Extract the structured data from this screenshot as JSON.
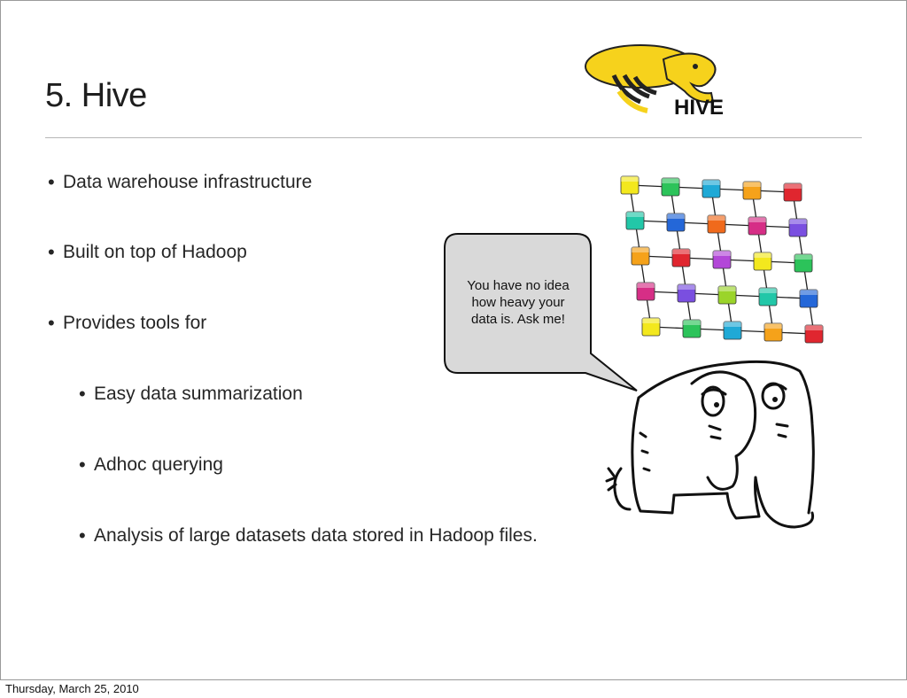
{
  "slide": {
    "title": "5. Hive",
    "bullets": [
      "Data warehouse infrastructure",
      "Built on top of Hadoop",
      "Provides tools for"
    ],
    "sub_bullets": [
      "Easy data summarization",
      "Adhoc querying",
      "Analysis of large datasets data stored in Hadoop files."
    ],
    "bullet_glyph": "•",
    "speech_bubble": {
      "line1": "You have no idea",
      "line2": "how heavy your",
      "line3": "data is. Ask me!"
    },
    "logo": {
      "icon": "hive-bee-elephant-logo",
      "text": "HIVE"
    },
    "illustration": {
      "icon": "elephant-with-cube-icon"
    }
  },
  "footer": {
    "date": "Thursday, March 25, 2010"
  },
  "colors": {
    "logo_yellow": "#f6d21c",
    "rule": "#b7b7b7",
    "bubble_fill": "#d9d9d9"
  }
}
